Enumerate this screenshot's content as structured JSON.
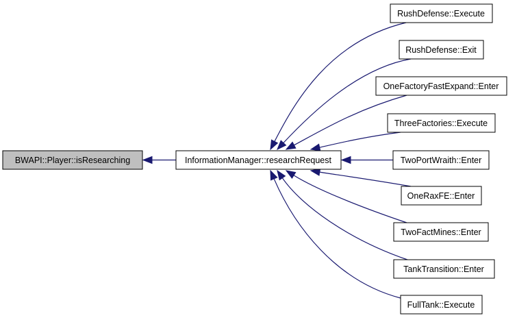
{
  "diagram": {
    "type": "call-graph",
    "direction": "right-to-left",
    "colors": {
      "edge": "#191970",
      "node_border": "#000000",
      "node_fill": "#ffffff",
      "root_fill": "#bfbfbf"
    },
    "root": {
      "id": "root",
      "label": "BWAPI::Player::isResearching"
    },
    "hub": {
      "id": "hub",
      "label": "InformationManager::researchRequest"
    },
    "callers": [
      {
        "id": "c0",
        "label": "RushDefense::Execute"
      },
      {
        "id": "c1",
        "label": "RushDefense::Exit"
      },
      {
        "id": "c2",
        "label": "OneFactoryFastExpand::Enter"
      },
      {
        "id": "c3",
        "label": "ThreeFactories::Execute"
      },
      {
        "id": "c4",
        "label": "TwoPortWraith::Enter"
      },
      {
        "id": "c5",
        "label": "OneRaxFE::Enter"
      },
      {
        "id": "c6",
        "label": "TwoFactMines::Enter"
      },
      {
        "id": "c7",
        "label": "TankTransition::Enter"
      },
      {
        "id": "c8",
        "label": "FullTank::Execute"
      }
    ],
    "edges": [
      {
        "from": "hub",
        "to": "root"
      },
      {
        "from": "c0",
        "to": "hub"
      },
      {
        "from": "c1",
        "to": "hub"
      },
      {
        "from": "c2",
        "to": "hub"
      },
      {
        "from": "c3",
        "to": "hub"
      },
      {
        "from": "c4",
        "to": "hub"
      },
      {
        "from": "c5",
        "to": "hub"
      },
      {
        "from": "c6",
        "to": "hub"
      },
      {
        "from": "c7",
        "to": "hub"
      },
      {
        "from": "c8",
        "to": "hub"
      }
    ]
  }
}
